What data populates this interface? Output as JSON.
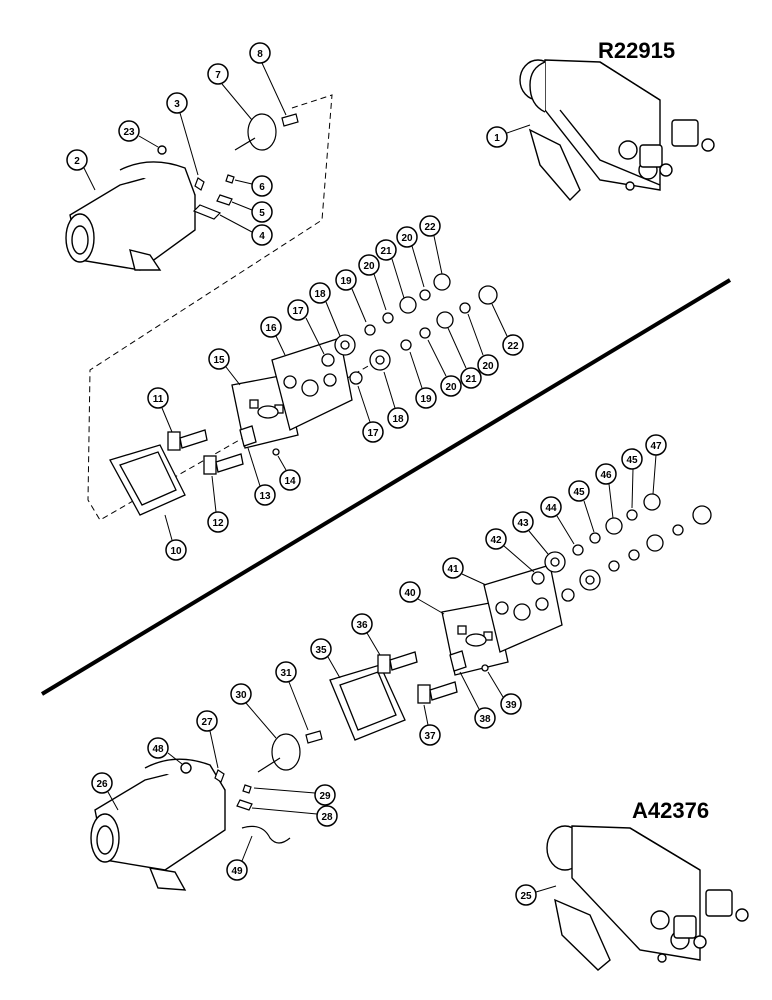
{
  "figure": {
    "ref_top": "R22915",
    "ref_bottom": "A42376"
  },
  "callouts": {
    "c1": "1",
    "c2": "2",
    "c3": "3",
    "c4": "4",
    "c5": "5",
    "c6": "6",
    "c7": "7",
    "c8": "8",
    "c10": "10",
    "c11": "11",
    "c12": "12",
    "c13": "13",
    "c14": "14",
    "c15": "15",
    "c16": "16",
    "c17a": "17",
    "c17b": "17",
    "c18a": "18",
    "c18b": "18",
    "c19a": "19",
    "c19b": "19",
    "c20a": "20",
    "c20b": "20",
    "c20c": "20",
    "c20d": "20",
    "c21a": "21",
    "c21b": "21",
    "c22a": "22",
    "c22b": "22",
    "c23": "23",
    "c25": "25",
    "c26": "26",
    "c27": "27",
    "c28": "28",
    "c29": "29",
    "c30": "30",
    "c31": "31",
    "c35": "35",
    "c36": "36",
    "c37": "37",
    "c38": "38",
    "c39": "39",
    "c40": "40",
    "c41": "41",
    "c42": "42",
    "c43": "43",
    "c44": "44",
    "c45a": "45",
    "c45b": "45",
    "c46": "46",
    "c47": "47",
    "c48": "48",
    "c49": "49"
  }
}
